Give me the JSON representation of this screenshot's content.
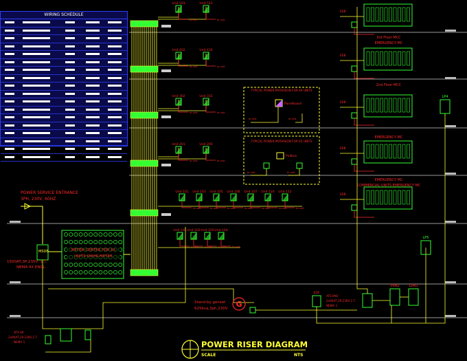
{
  "wiring_schedule": {
    "title": "WIRING SCHEDULE",
    "row_count": 18
  },
  "service": {
    "entrance_line1": "POWER SERVICE ENTRANCE",
    "entrance_line2": "3PH, 230V, 60HZ",
    "msdb_label": "MSDB",
    "main_breaker_lines": [
      "1500AT,3P,230V, 1.T.",
      "NEMA 4X ENCL."
    ]
  },
  "meter_center": {
    "lines": [
      "METER CENTER FOR 65",
      "UNITS KWHR METER"
    ]
  },
  "units": {
    "row1": [
      "Unit 503",
      "Unit 511"
    ],
    "row2": [
      "Unit 402",
      "Unit 410"
    ],
    "row3": [
      "Unit 302",
      "Unit 315"
    ],
    "row4": [
      "Unit 201",
      "Unit 205"
    ],
    "row5": [
      "Unit 101",
      "Unit 103",
      "Unit 105",
      "Unit 106",
      "Unit 107",
      "Unit 110",
      "Unit 112"
    ],
    "row6": [
      "Unit 101",
      "Unit 102",
      "Unit 103",
      "Unit 104"
    ]
  },
  "typical_boxes": {
    "top_title": "TYPICAL POWER PROVISION FOR 49 UNITS",
    "top_item": "Panelboard",
    "bottom_title": "TYPICAL POWER PROVISION FOR 65 UNITS",
    "bottom_item": "Pullbox"
  },
  "emergency_panels": [
    "3rd Floor MCC",
    "EMERGENCY MC",
    "2nd Floor MCC",
    "EMERGENCY MC",
    "EMERGENCY MC",
    "COMMERCIAL UNITS EMERGENCY MC"
  ],
  "generator": {
    "symbol": "G",
    "lines": [
      "Stand-by genset",
      "625kva,3ph,230V"
    ]
  },
  "ats": {
    "lines": [
      "ATS 4P,",
      "2x90AT,3P,230V,1.T.",
      "NEMA 1"
    ]
  },
  "right_ats": {
    "lines": [
      "ATS PAO",
      "2x90AT,3P,230V,1.T.",
      "NEMA 1"
    ]
  },
  "panels": {
    "lp4": "LP4",
    "lp5": "LP5",
    "ppa": "PPAO",
    "lpa": "LPAO",
    "edf": "EDF"
  },
  "diagram_title": {
    "title": "POWER RISER DIAGRAM",
    "scale_label": "SCALE",
    "scale_value": "NTS"
  },
  "colors": {
    "background": "#000000",
    "wire_yellow": "#ffff33",
    "feeder_red": "#ff2a2a",
    "panel_green": "#33ff33",
    "floor_gray": "#9a9a9a",
    "schedule_blue": "#2d3dff",
    "schedule_fill": "#0a0a4a"
  }
}
